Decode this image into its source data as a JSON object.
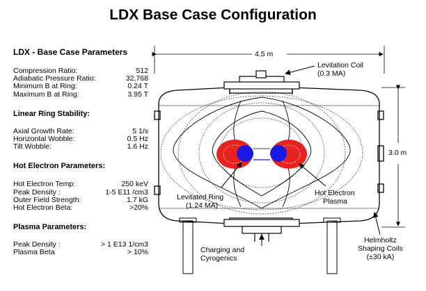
{
  "title": "LDX Base Case Configuration",
  "sections": [
    {
      "heading": "LDX - Base Case Parameters",
      "rows": [
        {
          "label": "Compression Ratio:",
          "value": "512"
        },
        {
          "label": "Adiabatic Pressure Ratio:",
          "value": "32,768"
        },
        {
          "label": "Minimum B at Ring:",
          "value": "0.24 T"
        },
        {
          "label": "Maximum B at Ring:",
          "value": "3.95 T"
        }
      ]
    },
    {
      "heading": "Linear Ring Stability:",
      "rows": [
        {
          "label": "Axial Growth Rate:",
          "value": "5 1/s"
        },
        {
          "label": "Horizontal Wobble:",
          "value": "0.5 Hz"
        },
        {
          "label": "Tilt Wobble:",
          "value": "1.6 Hz"
        }
      ]
    },
    {
      "heading": "Hot Electron Parameters:",
      "rows": [
        {
          "label": "Hot Electron Temp:",
          "value": "250 keV"
        },
        {
          "label": "Peak Density :",
          "value": "1-5 E11 /cm3"
        },
        {
          "label": "Outer Field Strength:",
          "value": "1.7 kG"
        },
        {
          "label": "Hot Electron Beta:",
          "value": ">20%"
        }
      ]
    },
    {
      "heading": "Plasma Parameters:",
      "rows": [
        {
          "label": "Peak Density :",
          "value": "> 1 E13 1/cm3"
        },
        {
          "label": "Plasma Beta",
          "value": "> 10%"
        }
      ]
    }
  ],
  "diagram": {
    "width_label": "4.5 m",
    "height_label": "3.0 m",
    "levitation_coil": {
      "line1": "Levitation Coil",
      "line2": "(0.3 MA)"
    },
    "levitated_ring": {
      "line1": "Levitated Ring",
      "line2": "(1.24 MA)"
    },
    "hot_electron_plasma": {
      "line1": "Hot Electron",
      "line2": "Plasma"
    },
    "charging": {
      "line1": "Charging and",
      "line2": "Cyrogenics"
    },
    "helmholtz": {
      "line1": "Helmholtz",
      "line2": "Shaping Coils",
      "line3": "(±30 kA)"
    }
  },
  "colors": {
    "plasma": "#e8221f",
    "ring": "#1a1ae6",
    "outline": "#000000"
  }
}
